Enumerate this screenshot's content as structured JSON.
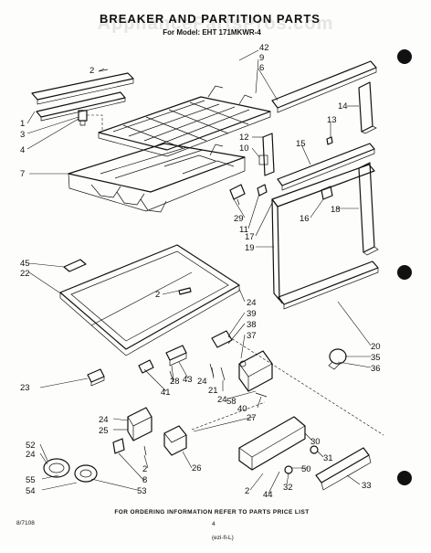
{
  "header": {
    "title": "BREAKER AND PARTITION PARTS",
    "model_line": "For Model: EHT 171MKWR-4",
    "watermark": "AppliancePartsPros.com"
  },
  "callouts": [
    "42",
    "9",
    "6",
    "2",
    "1",
    "3",
    "4",
    "14",
    "13",
    "12",
    "10",
    "15",
    "7",
    "29",
    "11",
    "16",
    "18",
    "17",
    "19",
    "45",
    "22",
    "2",
    "24",
    "39",
    "38",
    "37",
    "20",
    "35",
    "36",
    "23",
    "41",
    "28",
    "43",
    "24",
    "21",
    "24",
    "58",
    "40",
    "27",
    "24",
    "25",
    "30",
    "31",
    "50",
    "52",
    "24",
    "26",
    "2",
    "8",
    "55",
    "53",
    "54",
    "2",
    "44",
    "32",
    "33"
  ],
  "footer": {
    "note": "FOR ORDERING INFORMATION REFER TO PARTS PRICE LIST",
    "date_code": "8/7108",
    "page_number": "4",
    "handwritten": "(ezi-fi-L)"
  }
}
